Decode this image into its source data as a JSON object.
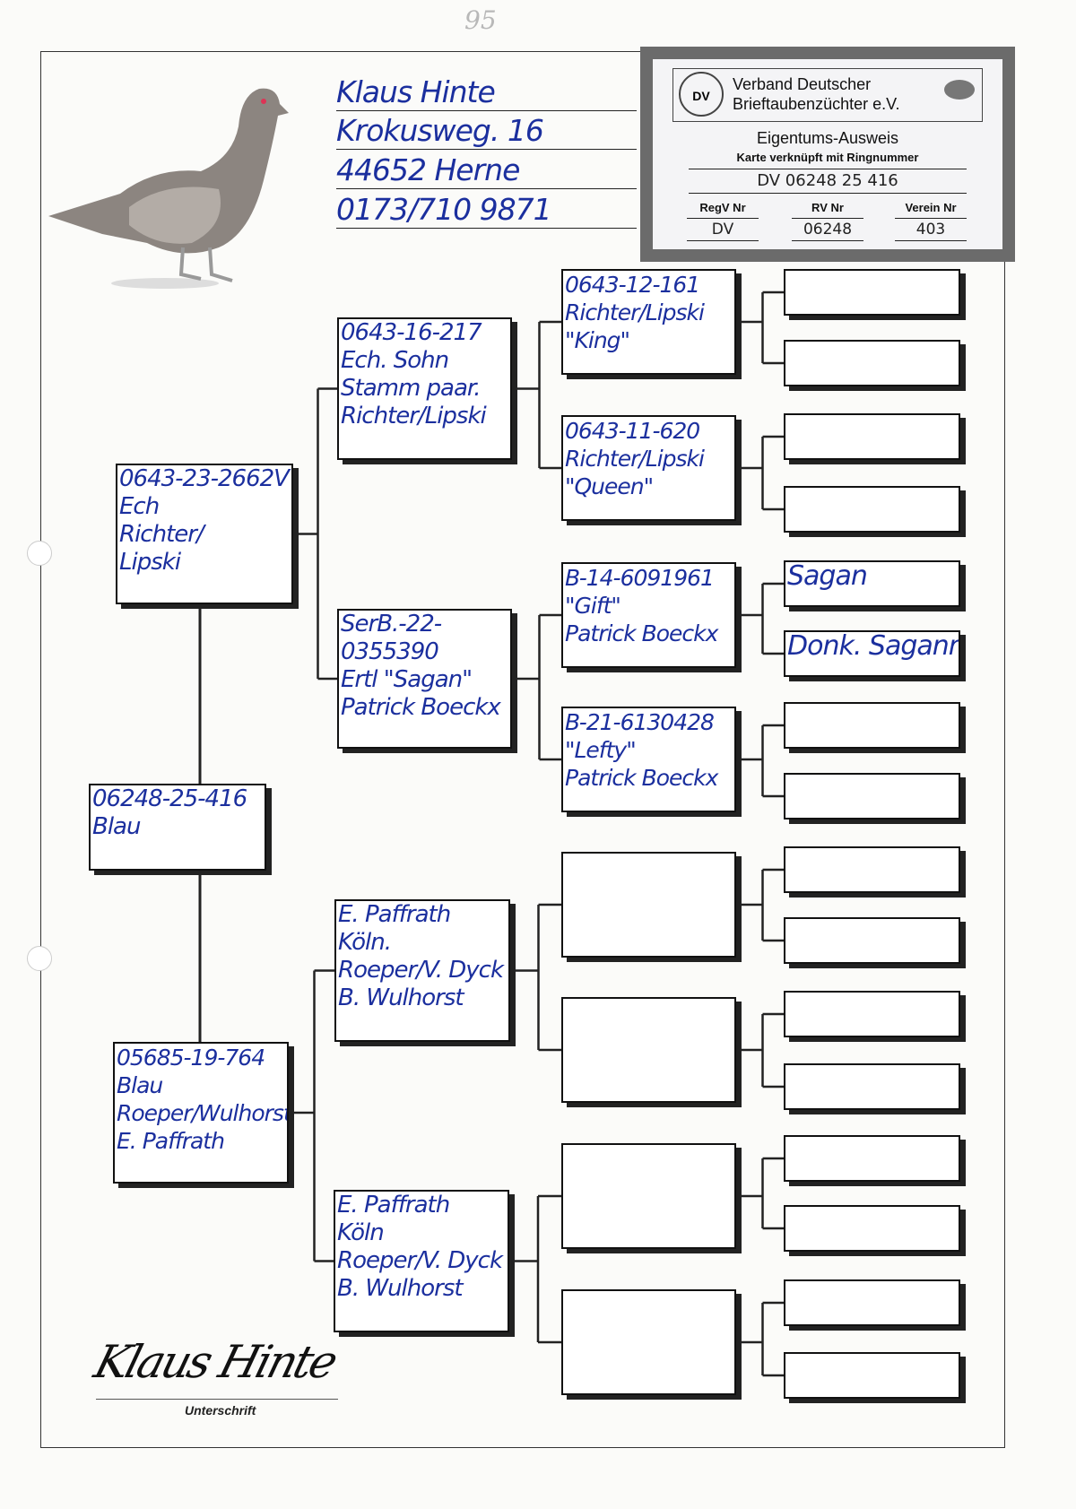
{
  "page_mark": "95",
  "owner": {
    "name": "Klaus Hinte",
    "street": "Krokusweg. 16",
    "city": "44652 Herne",
    "phone": "0173/710 9871"
  },
  "card": {
    "logo_text": "DV",
    "org_line1": "Verband Deutscher",
    "org_line2": "Brieftaubenzüchter e.V.",
    "title": "Eigentums-Ausweis",
    "subtitle": "Karte verknüpft mit Ringnummer",
    "ring_number": "DV 06248 25 416",
    "regv_label": "RegV Nr",
    "regv_value": "DV",
    "rv_label": "RV Nr",
    "rv_value": "06248",
    "verein_label": "Verein Nr",
    "verein_value": "403"
  },
  "pedigree": {
    "subject": [
      "06248-25-416",
      "Blau"
    ],
    "sire": [
      "0643-23-2662V",
      "Ech",
      "Richter/",
      "Lipski"
    ],
    "dam": [
      "05685-19-764",
      "Blau",
      "Roeper/Wulhorst",
      "E. Paffrath"
    ],
    "sire_sire": [
      "0643-16-217",
      "Ech. Sohn",
      "Stamm paar.",
      "Richter/Lipski"
    ],
    "sire_dam": [
      "SerB.-22-",
      "0355390",
      "Ertl \"Sagan\"",
      "Patrick Boeckx"
    ],
    "dam_sire": [
      "E. Paffrath",
      "Köln.",
      "Roeper/V. Dyck",
      "B. Wulhorst"
    ],
    "dam_dam": [
      "E. Paffrath",
      "Köln",
      "Roeper/V. Dyck",
      "B. Wulhorst"
    ],
    "gen3": [
      [
        "0643-12-161",
        "Richter/Lipski",
        "\"King\""
      ],
      [
        "0643-11-620",
        "Richter/Lipski",
        "\"Queen\""
      ],
      [
        "B-14-6091961",
        "\"Gift\"",
        "Patrick Boeckx"
      ],
      [
        "B-21-6130428",
        "\"Lefty\"",
        "Patrick Boeckx"
      ],
      [],
      [],
      [],
      []
    ],
    "gen4": [
      [],
      [],
      [],
      [],
      [
        "Sagan"
      ],
      [
        "Donk. Saganne"
      ],
      [],
      [],
      [],
      [],
      [],
      [],
      [],
      [],
      [],
      []
    ]
  },
  "signature": {
    "name": "Klaus Hinte",
    "label": "Unterschrift"
  }
}
